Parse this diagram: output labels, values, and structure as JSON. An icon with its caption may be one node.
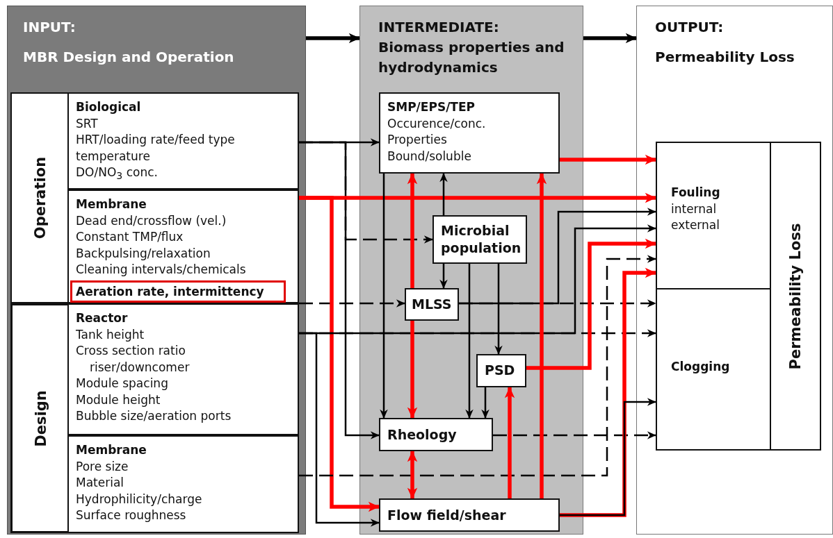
{
  "diagram": {
    "nodes": [
      {
        "text": [
          "INPUT:",
          "MBR Design and Operation"
        ]
      },
      {
        "text": [
          "INTERMEDIATE:",
          "Biomass properties and hydrodynamics"
        ]
      },
      {
        "text": [
          "OUTPUT:",
          "Permeability Loss"
        ]
      },
      {
        "text": [
          "Operation"
        ],
        "in": 0
      },
      {
        "text": [
          "Biological",
          "SRT",
          "HRT/loading rate/feed type",
          "temperature",
          "DO/NO$_{3}$ conc."
        ],
        "in": 3
      },
      {
        "text": [
          "Membrane",
          "Dead end/crossflow (vel.)",
          "Constant TMP/flux",
          "Backpulsing/relaxation",
          "Cleaning intervals/chemicals"
        ],
        "in": 3
      },
      {
        "text": [
          "Aeration rate, intermittency"
        ],
        "in": 5
      },
      {
        "text": [
          "Design"
        ],
        "in": 0
      },
      {
        "text": [
          "Reactor",
          "Tank height",
          "Cross section ratio riser/downcomer",
          "Module spacing",
          "Module height",
          "Bubble size/aeration ports"
        ],
        "in": 7
      },
      {
        "text": [
          "Membrane",
          "Pore size",
          "Material",
          "Hydrophilicity/charge",
          "Surface roughness"
        ],
        "in": 7
      },
      {
        "text": [
          "SMP/EPS/TEP",
          "Occurence/conc.",
          "Properties",
          "Bound/soluble"
        ],
        "in": 1
      },
      {
        "text": [
          "Microbial population"
        ],
        "in": 1
      },
      {
        "text": [
          "MLSS"
        ],
        "in": 1
      },
      {
        "text": [
          "PSD"
        ],
        "in": 1
      },
      {
        "text": [
          "Rheology"
        ],
        "in": 1
      },
      {
        "text": [
          "Flow field/shear"
        ],
        "in": 1
      },
      {
        "text": [
          "Fouling",
          "internal",
          "external"
        ],
        "in": 2
      },
      {
        "text": [
          "Clogging"
        ],
        "in": 2
      },
      {
        "text": [
          "Permeability Loss"
        ],
        "in": 2
      }
    ],
    "edges": [
      {
        "from": 0,
        "to": 1,
        "arrow": "to",
        "style": "thick"
      },
      {
        "from": 1,
        "to": 2,
        "arrow": "to",
        "style": "thick"
      },
      {
        "from": 4,
        "to": 10,
        "arrow": "to"
      },
      {
        "from": 4,
        "to": 11,
        "arrow": "to",
        "style": "dashed"
      },
      {
        "from": 4,
        "to": 14,
        "arrow": "to"
      },
      {
        "from": 3,
        "to": 12,
        "arrow": "to",
        "style": "dashed"
      },
      {
        "from": 12,
        "to": 17,
        "arrow": "to",
        "style": "dashed"
      },
      {
        "from": 12,
        "to": 16,
        "arrow": "to"
      },
      {
        "from": 5,
        "to": 16,
        "arrow": "to",
        "style": "thick",
        "color": "#ff0000"
      },
      {
        "from": 5,
        "to": 15,
        "arrow": "to",
        "style": "thick",
        "color": "#ff0000"
      },
      {
        "from": 8,
        "to": 17,
        "arrow": "to",
        "style": "dashed"
      },
      {
        "from": 8,
        "to": 16,
        "arrow": "to"
      },
      {
        "from": 8,
        "to": 15,
        "arrow": "to"
      },
      {
        "from": 9,
        "to": 16,
        "arrow": "to",
        "style": "dashed"
      },
      {
        "from": 10,
        "to": 16,
        "arrow": "to",
        "style": "thick",
        "color": "#ff0000"
      },
      {
        "from": 11,
        "to": 10,
        "arrow": "to"
      },
      {
        "from": 11,
        "to": 12,
        "arrow": "to"
      },
      {
        "from": 11,
        "to": 13,
        "arrow": "to"
      },
      {
        "from": 11,
        "to": 14,
        "arrow": "to"
      },
      {
        "from": 10,
        "to": 14,
        "arrow": "to"
      },
      {
        "from": 12,
        "to": 10,
        "arrow": "to",
        "style": "thick",
        "color": "#ff0000"
      },
      {
        "from": 12,
        "to": 14,
        "arrow": "to",
        "style": "thick",
        "color": "#ff0000"
      },
      {
        "from": 13,
        "to": 14,
        "arrow": "to"
      },
      {
        "from": 13,
        "to": 16,
        "arrow": "to",
        "style": "thick",
        "color": "#ff0000"
      },
      {
        "from": 14,
        "to": 15,
        "arrow": "both",
        "style": "thick",
        "color": "#ff0000"
      },
      {
        "from": 14,
        "to": 17,
        "arrow": "to",
        "style": "dashed"
      },
      {
        "from": 15,
        "to": 13,
        "arrow": "to",
        "style": "thick",
        "color": "#ff0000"
      },
      {
        "from": 15,
        "to": 10,
        "arrow": "to",
        "style": "thick",
        "color": "#ff0000"
      },
      {
        "from": 15,
        "to": 16,
        "arrow": "to",
        "style": "thick",
        "color": "#ff0000"
      },
      {
        "from": 15,
        "to": 17,
        "arrow": "to"
      }
    ]
  }
}
